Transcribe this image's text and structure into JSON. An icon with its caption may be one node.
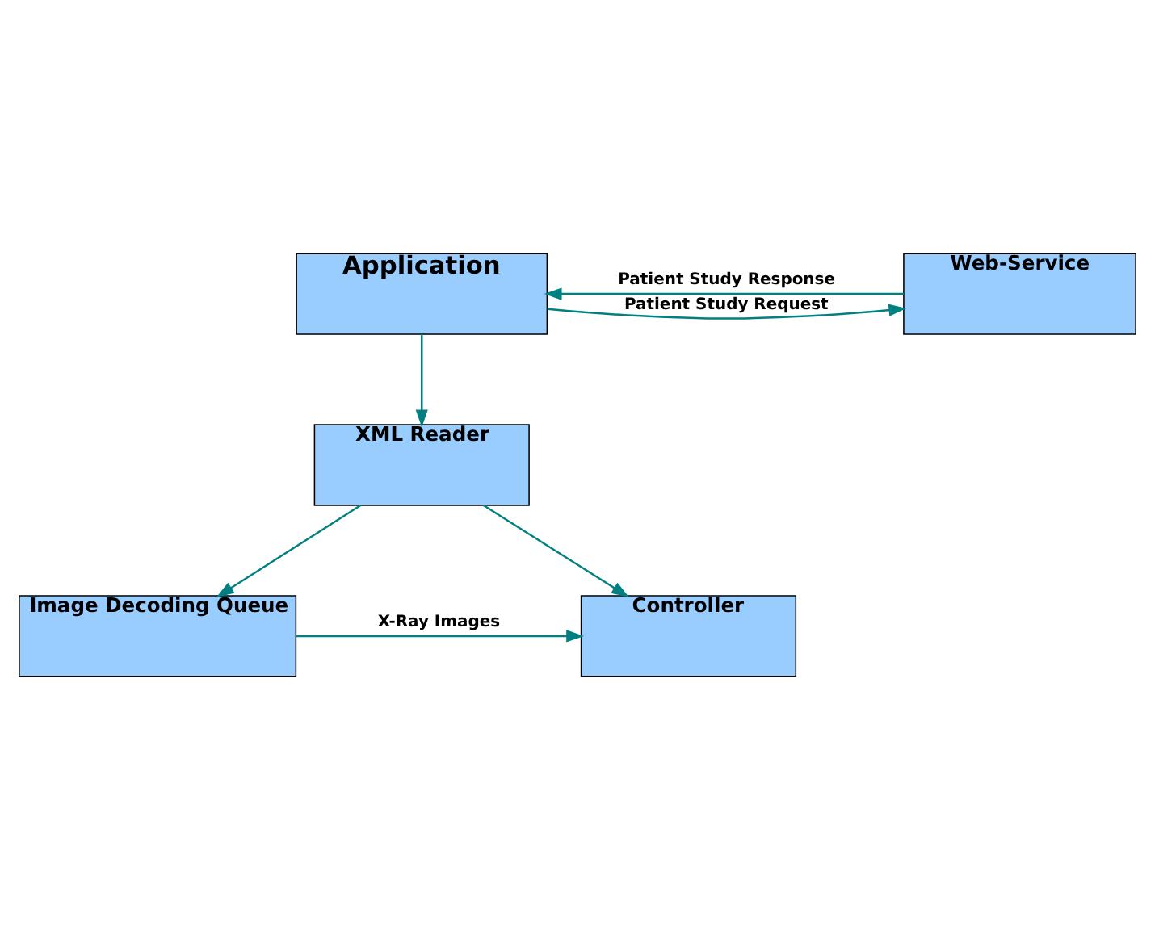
{
  "diagram": {
    "nodes": [
      {
        "text": [
          "Application"
        ]
      },
      {
        "text": [
          "Web-Service"
        ]
      },
      {
        "text": [
          "XML Reader"
        ]
      },
      {
        "text": [
          "Controller"
        ]
      },
      {
        "text": [
          "Image Decoding Queue"
        ]
      }
    ],
    "edges": [
      {
        "from": 0,
        "to": 1,
        "arrow": "to",
        "label": "Patient Study Request"
      },
      {
        "from": 1,
        "to": 0,
        "arrow": "to",
        "label": "Patient Study Response"
      },
      {
        "from": 0,
        "to": 2,
        "arrow": "to"
      },
      {
        "from": 2,
        "to": 3,
        "arrow": "to"
      },
      {
        "from": 2,
        "to": 4,
        "arrow": "to"
      },
      {
        "from": 4,
        "to": 3,
        "arrow": "to",
        "label": "X-Ray Images"
      }
    ]
  }
}
